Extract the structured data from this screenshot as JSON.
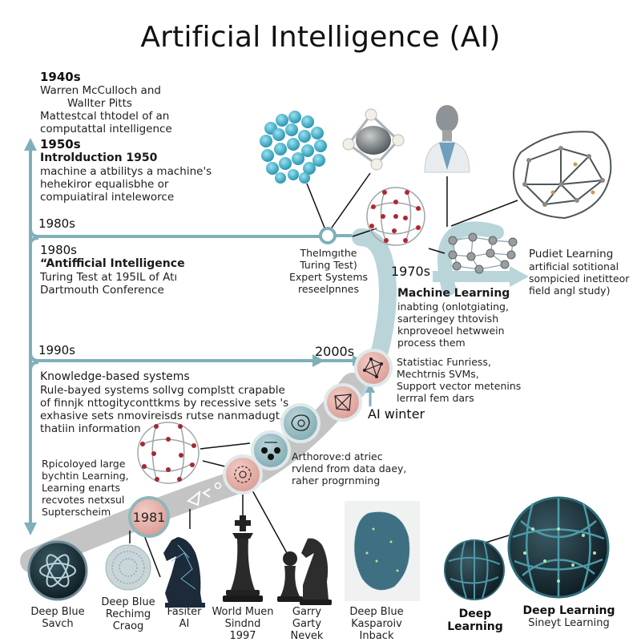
{
  "title": "Artificial Intelligence (AI)",
  "colors": {
    "timeline": "#7fb0ba",
    "timeline_light": "#b9d5da",
    "path_gray": "#bdbdbd",
    "node_pink": "#e6b1aa",
    "node_teal": "#8fb6bc",
    "molecule_cyan": "#3fb3cf",
    "molecule_red": "#b3262e"
  },
  "left_column": {
    "era_1940s": {
      "year": "1940s",
      "lines": [
        "Warren McCulloch and",
        "Wallter Pitts",
        "Mattestcal thtodel of an",
        "computattal intelligence"
      ]
    },
    "era_1950s": {
      "year": "1950s",
      "heading": "Introlduction 1950",
      "lines": [
        "machine a atbilitys a machine's",
        "hehekiror equalisbhe or",
        "compuiatiral inteleworce"
      ]
    },
    "branch_1980s_a": {
      "year": "1980s"
    },
    "era_1980s": {
      "year": "1980s",
      "heading": "“Antifficial Intelligence",
      "lines": [
        "Turing Test at 195IL of Atı",
        "Dartmouth Conference"
      ]
    },
    "branch_1990s": {
      "year": "1990s"
    },
    "knowledge": {
      "heading": "Knowledge-based systems",
      "lines": [
        "Rule-bayed systems sollvg complstt crapable",
        "of finnjk nttogityconttkms by recessive sets 's",
        "exhasive sets nmovireisds rutse nanmadugt,",
        "thatiin information"
      ]
    },
    "deep_note": {
      "lines": [
        "Rpicoloyed large",
        "bychtin Learning,",
        "Learning enarts",
        "recvotes netxsul",
        "Supterscheim"
      ]
    }
  },
  "center": {
    "turing_note": {
      "lines": [
        "TheImgıthe",
        "Turing Test)",
        "Expert Systems",
        "reseelpnnes"
      ]
    },
    "era_1970s": {
      "year": "1970s"
    },
    "machine_learning": {
      "heading": "Machine Learning",
      "lines": [
        "inabting (onlotgiating,",
        "sarteringey thtovish",
        "knproveoel hetwwein",
        "process them"
      ]
    },
    "predict_learning": {
      "heading": "Pudiet Learning",
      "lines": [
        "artificial sotitional",
        "sompicied inetitteor",
        "field angl study)"
      ]
    },
    "era_2000s": {
      "year": "2000s"
    },
    "statistical": {
      "lines": [
        "Statistiac Funriess,",
        "Mechtrnis SVMs,",
        "Support vector metenins",
        "lerrral fem dars"
      ]
    },
    "ai_winter": {
      "label": "AI winter"
    },
    "data_note": {
      "lines": [
        "Arthorove:d atriec",
        "rvlend from data daey,",
        "raher progrnming"
      ]
    },
    "node_1981": {
      "label": "1981"
    }
  },
  "bottom_items": [
    {
      "id": "deep-blue-savch",
      "lines": [
        "Deep Blue",
        "Savch"
      ],
      "icon": "neural-disc-icon"
    },
    {
      "id": "deep-blue-reching",
      "lines": [
        "Deep Blue",
        "Rechimg",
        "Craog"
      ],
      "icon": "neural-sphere-icon"
    },
    {
      "id": "fasiter-ai",
      "lines": [
        "Fasiter",
        "AI"
      ],
      "icon": "chess-knight-network-icon"
    },
    {
      "id": "world-match",
      "lines": [
        "World Muen",
        "Sindnd",
        "1997"
      ],
      "icon": "chess-king-icon"
    },
    {
      "id": "garry",
      "lines": [
        "Garry",
        "Garty",
        "Nevek"
      ],
      "icon": "chess-pawn-knight-icon"
    },
    {
      "id": "deep-blue-kasparov",
      "lines": [
        "Deep Blue",
        "Kasparoiv",
        "Inback"
      ],
      "icon": "neural-blob-icon"
    },
    {
      "id": "deep-learning-1",
      "lines": [
        "Deep Learning"
      ],
      "icon": "neural-sphere-small-icon"
    },
    {
      "id": "deep-learning-2",
      "lines": [
        "Deep Learning",
        "Sineyt Learning"
      ],
      "icon": "neural-sphere-large-icon"
    }
  ],
  "top_icons": [
    {
      "id": "cyan-molecule",
      "icon": "cyan-molecule-icon"
    },
    {
      "id": "brain-diamond",
      "icon": "brain-diamond-icon"
    },
    {
      "id": "humanoid-bust",
      "icon": "humanoid-bust-icon"
    },
    {
      "id": "dark-network",
      "icon": "dark-network-icon"
    },
    {
      "id": "red-sphere",
      "icon": "red-network-sphere-icon"
    },
    {
      "id": "gray-network",
      "icon": "gray-network-icon"
    }
  ]
}
